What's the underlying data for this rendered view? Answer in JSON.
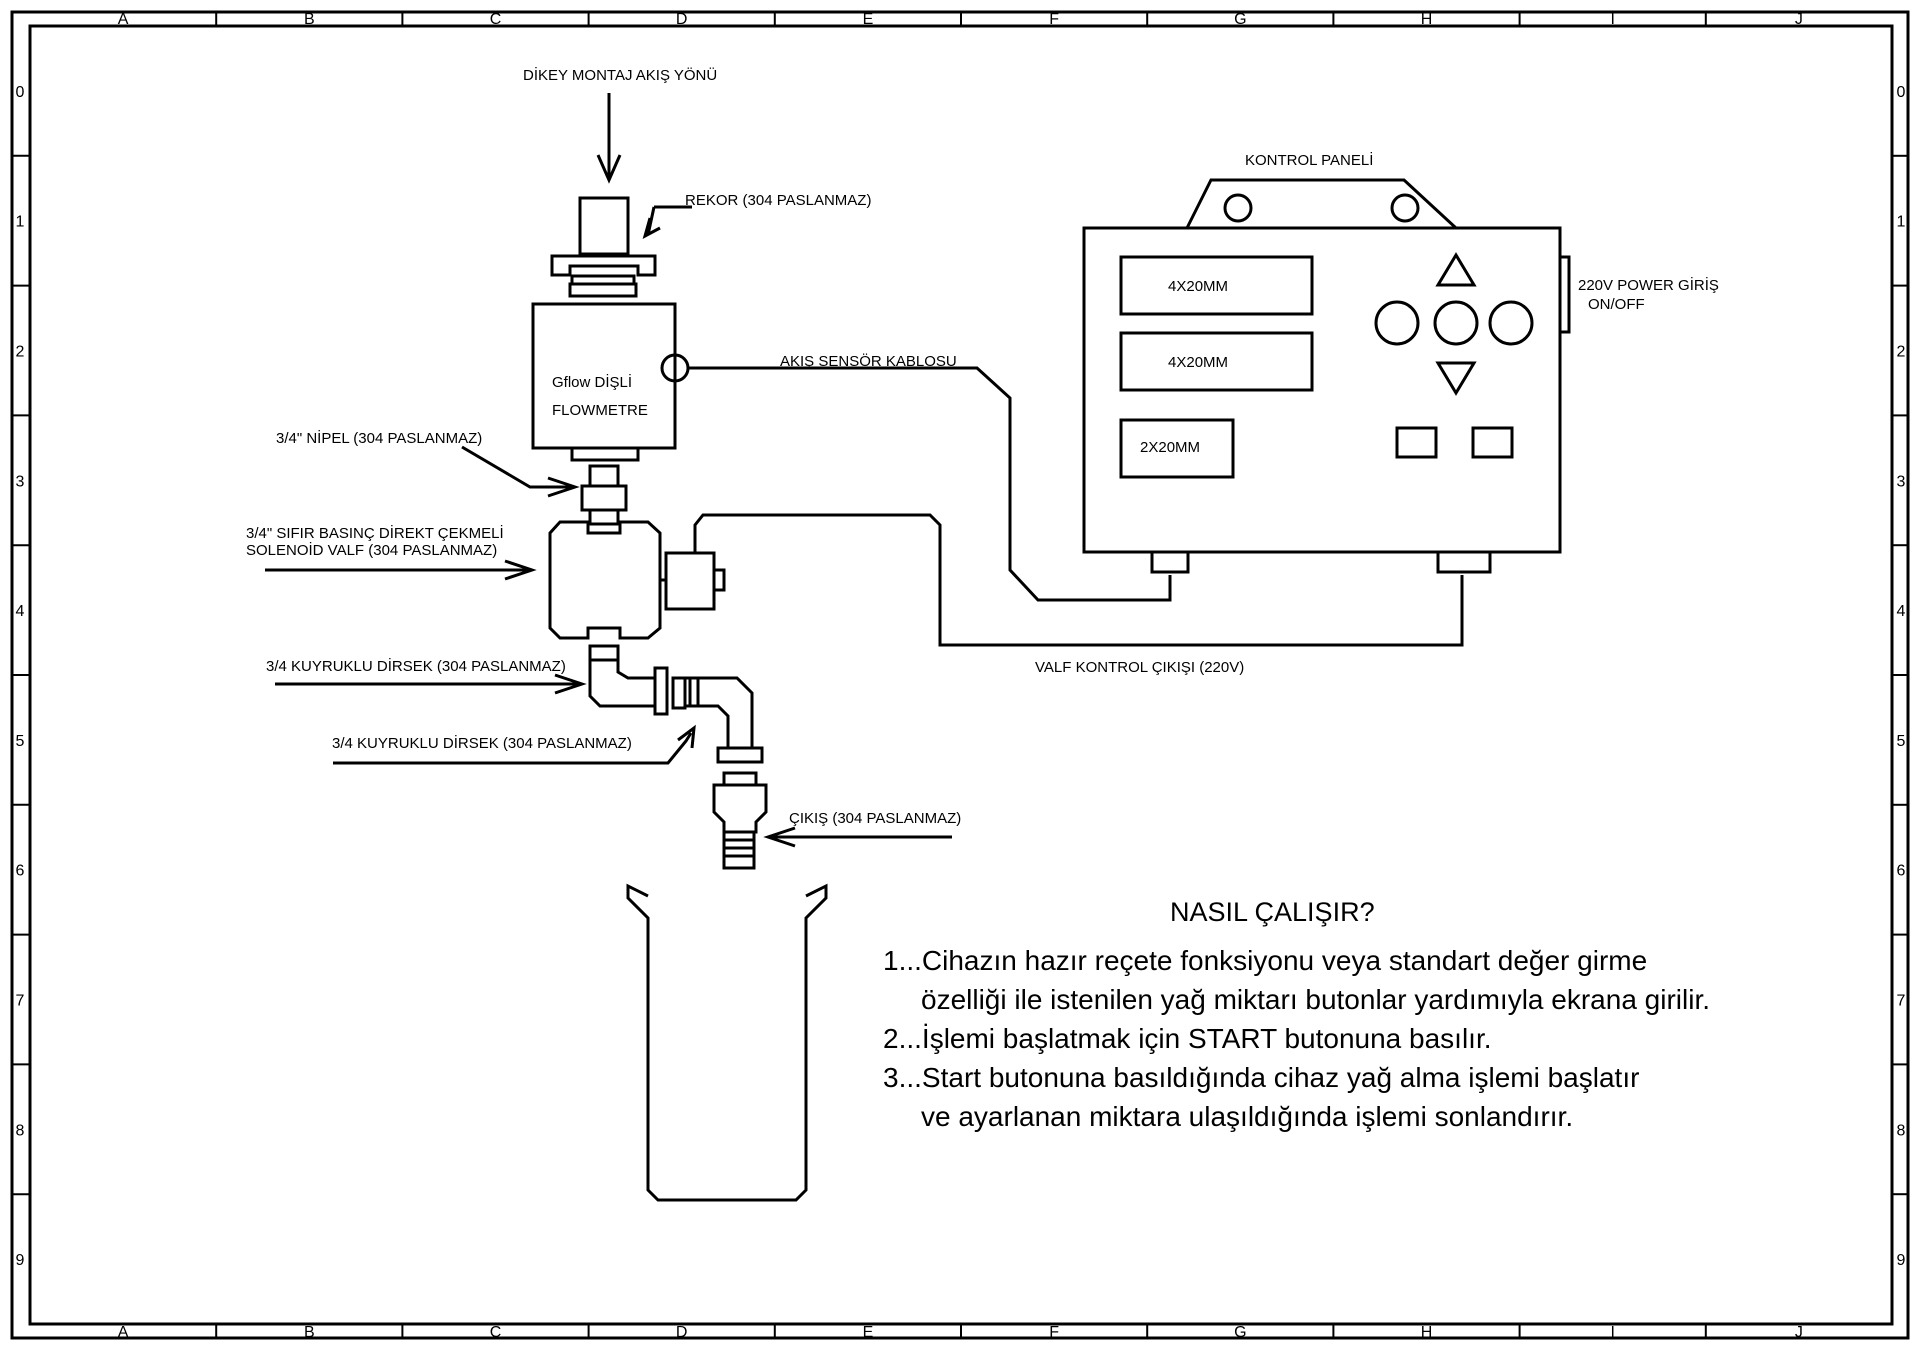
{
  "grid": {
    "columns": [
      "A",
      "B",
      "C",
      "D",
      "E",
      "F",
      "G",
      "H",
      "I",
      "J"
    ],
    "rows": [
      "0",
      "1",
      "2",
      "3",
      "4",
      "5",
      "6",
      "7",
      "8",
      "9"
    ]
  },
  "labels": {
    "mount_direction": "DİKEY MONTAJ AKIŞ YÖNÜ",
    "rekor": "REKOR (304 PASLANMAZ)",
    "flowmeter_line1": "Gflow DİŞLİ",
    "flowmeter_line2": "FLOWMETRE",
    "sensor_cable": "AKIŞ SENSÖR KABLOSU",
    "nipple": "3/4\" NİPEL (304 PASLANMAZ)",
    "solenoid_line1": "3/4\" SIFIR BASINÇ DİREKT ÇEKMELİ",
    "solenoid_line2": "SOLENOİD VALF (304 PASLANMAZ)",
    "elbow1": "3/4 KUYRUKLU DİRSEK (304 PASLANMAZ)",
    "elbow2": "3/4 KUYRUKLU DİRSEK (304 PASLANMAZ)",
    "outlet": "ÇIKIŞ (304 PASLANMAZ)",
    "valve_output": "VALF KONTROL ÇIKIŞI (220V)"
  },
  "control_panel": {
    "title": "KONTROL PANELİ",
    "display1": "4X20MM",
    "display2": "4X20MM",
    "display3": "2X20MM",
    "power_line1": "220V POWER GİRİŞ",
    "power_line2": "ON/OFF"
  },
  "instructions": {
    "title": "NASIL ÇALIŞIR?",
    "lines": [
      "1...Cihazın hazır reçete fonksiyonu veya standart değer girme",
      "özelliği ile istenilen yağ miktarı butonlar yardımıyla ekrana girilir.",
      "2...İşlemi başlatmak için START butonuna basılır.",
      "3...Start butonuna basıldığında cihaz yağ alma işlemi başlatır",
      "ve ayarlanan miktara ulaşıldığında işlemi sonlandırır."
    ]
  }
}
